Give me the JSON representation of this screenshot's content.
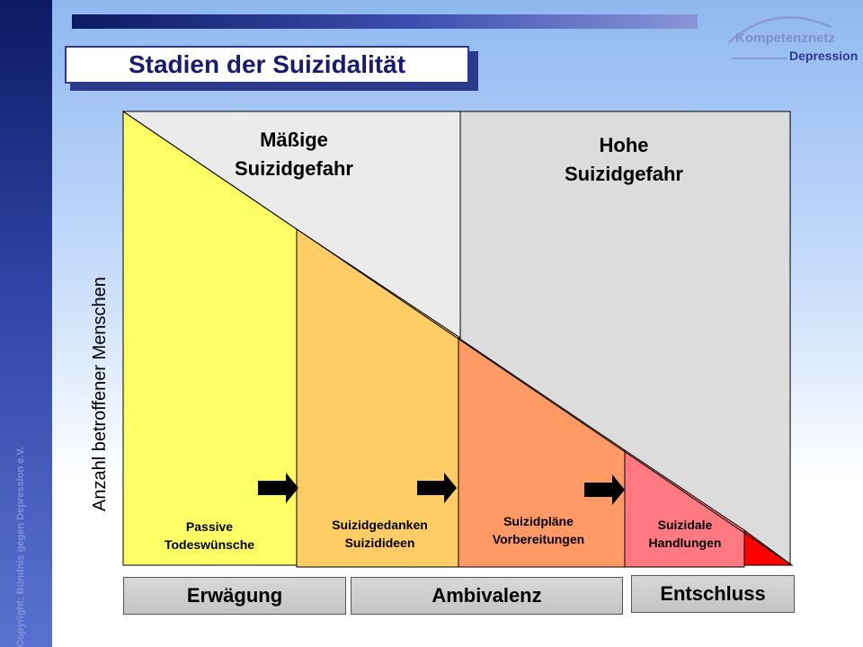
{
  "watermark": "Copyright: Bündnis gegen Depression e.V.",
  "logo": {
    "line1": "Kompetenznetz",
    "line2": "Depression"
  },
  "slide_title": "Stadien der Suizidalität",
  "y_axis_label": "Anzahl betroffener Menschen",
  "zones": [
    {
      "label": "Mäßige Suizidgefahr"
    },
    {
      "label": "Hohe Suizidgefahr"
    }
  ],
  "stages": [
    {
      "label_line1": "Passive",
      "label_line2": "Todeswünsche",
      "color": "#ffff66"
    },
    {
      "label_line1": "Suizidgedanken",
      "label_line2": "Suizidideen",
      "color": "#ffcc66"
    },
    {
      "label_line1": "Suizidpläne",
      "label_line2": "Vorbereitungen",
      "color": "#ff9966"
    },
    {
      "label_line1": "Suizidale",
      "label_line2": "Handlungen",
      "color": "#ff7a80"
    }
  ],
  "final_wedge_color": "#ff0000",
  "phases": [
    {
      "label": "Erwägung"
    },
    {
      "label": "Ambivalenz"
    },
    {
      "label": "Entschluss"
    }
  ],
  "colors": {
    "zone_moderate": "#ebebeb",
    "zone_high": "#dcdcdc",
    "arrow": "#000000"
  }
}
